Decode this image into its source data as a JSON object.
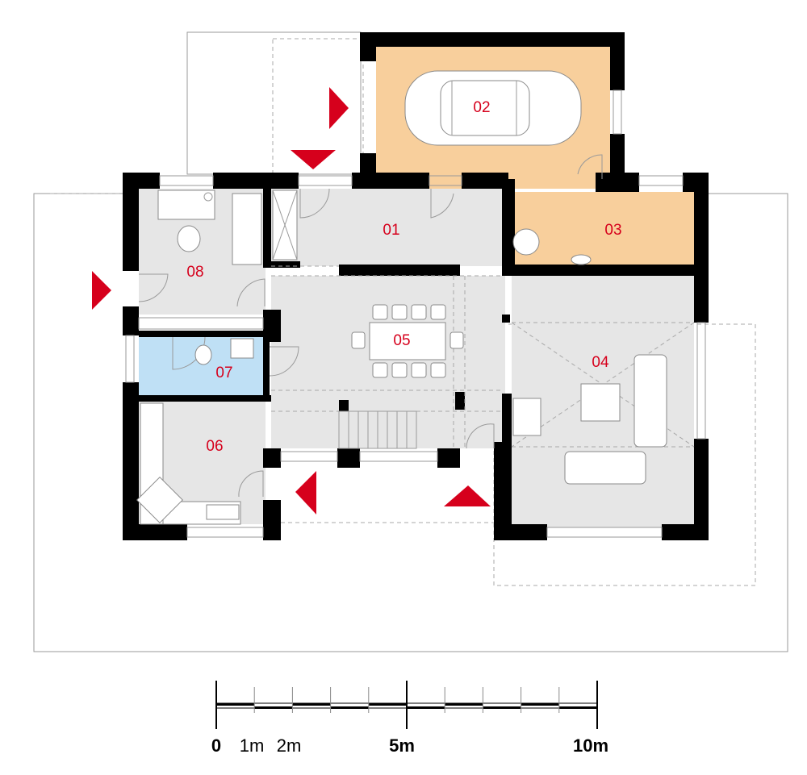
{
  "floor_plan": {
    "rooms": [
      {
        "id": "01",
        "label": "01",
        "fill": "#e6e6e6"
      },
      {
        "id": "02",
        "label": "02",
        "fill": "#f8cf9c"
      },
      {
        "id": "03",
        "label": "03",
        "fill": "#f8cf9c"
      },
      {
        "id": "04",
        "label": "04",
        "fill": "#e6e6e6"
      },
      {
        "id": "05",
        "label": "05",
        "fill": "#e6e6e6"
      },
      {
        "id": "06",
        "label": "06",
        "fill": "#e6e6e6"
      },
      {
        "id": "07",
        "label": "07",
        "fill": "#bfe0f5"
      },
      {
        "id": "08",
        "label": "08",
        "fill": "#e6e6e6"
      }
    ],
    "entrance_markers": [
      "west-entry",
      "garage-entry",
      "garage-top-entry",
      "terrace-entry-left",
      "terrace-entry-right"
    ],
    "colors": {
      "wall": "#000000",
      "marker": "#d6001c",
      "label": "#d6001c"
    }
  },
  "scale_bar": {
    "labels": [
      {
        "text": "0",
        "bold": true
      },
      {
        "text": "1m",
        "bold": false
      },
      {
        "text": "2m",
        "bold": false
      },
      {
        "text": "5m",
        "bold": true
      },
      {
        "text": "10m",
        "bold": true
      }
    ]
  }
}
